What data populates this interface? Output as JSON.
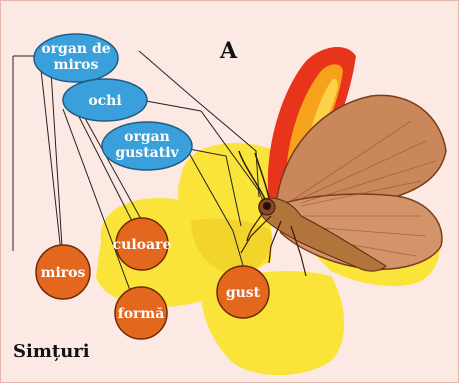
{
  "panel_label": "A",
  "caption": "Simțuri",
  "organs": {
    "smell_organ": [
      "organ de",
      "miros"
    ],
    "eyes": "ochi",
    "taste_organ": [
      "organ",
      "gustativ"
    ]
  },
  "senses": {
    "smell": "miros",
    "color": "culoare",
    "shape": "formă",
    "taste": "gust"
  },
  "colors": {
    "background": "#fde9e4",
    "organ_fill": "#3aa0db",
    "sense_fill": "#e4671e",
    "flower": "#fbe43a",
    "line": "#222222"
  }
}
